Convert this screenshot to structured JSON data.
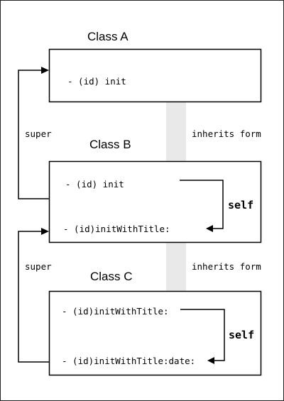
{
  "classes": {
    "a": {
      "title": "Class A",
      "methods": [
        "- (id) init"
      ]
    },
    "b": {
      "title": "Class B",
      "methods": [
        "- (id) init",
        "- (id)initWithTitle:"
      ]
    },
    "c": {
      "title": "Class C",
      "methods": [
        "- (id)initWithTitle:",
        "- (id)initWithTitle:date:"
      ]
    }
  },
  "labels": {
    "super_ab": "super",
    "super_bc": "super",
    "inherits_ab": "inherits form",
    "inherits_bc": "inherits form",
    "self_b": "self",
    "self_c": "self"
  },
  "colors": {
    "line": "#000000",
    "band": "#e9e9e9",
    "frame": "#222222"
  }
}
